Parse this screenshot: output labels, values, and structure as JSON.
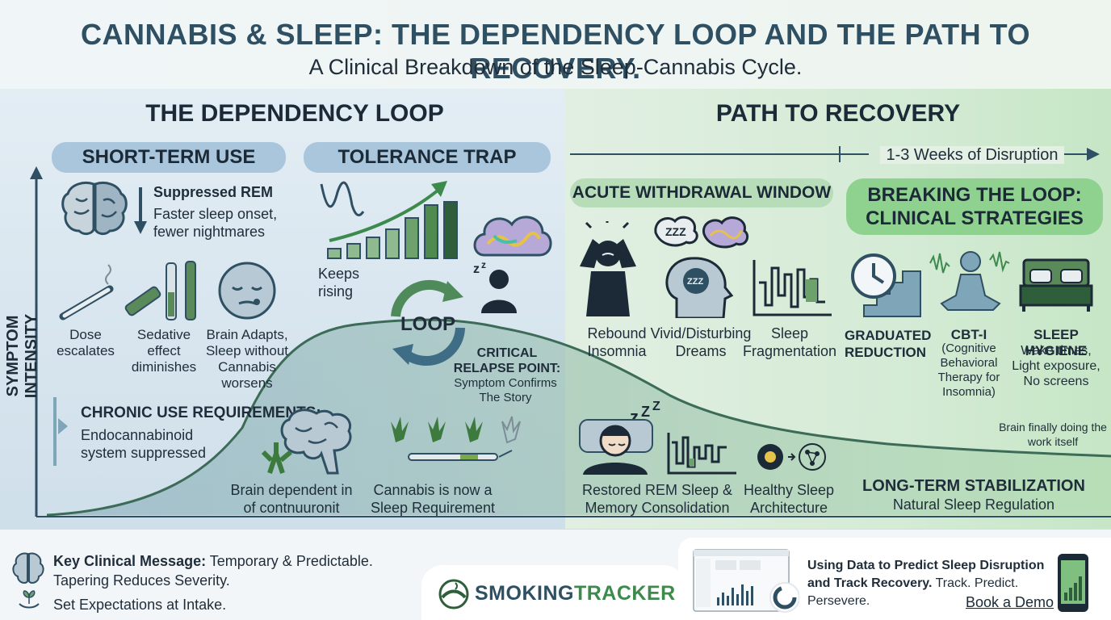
{
  "header": {
    "title": "CANNABIS & SLEEP: THE DEPENDENCY LOOP AND THE PATH TO RECOVERY.",
    "subtitle": "A Clinical Breakdown of the Sleep-Cannabis Cycle."
  },
  "axis": {
    "y_label": "SYMPTOM INTENSITY"
  },
  "dependency": {
    "heading": "THE DEPENDENCY LOOP",
    "short_term": {
      "pill": "SHORT-TERM USE",
      "rem_title": "Suppressed REM",
      "rem_text": "Faster sleep onset, fewer nightmares",
      "items": [
        "Dose escalates",
        "Sedative effect diminishes",
        "Brain Adapts, Sleep without Cannabis worsens"
      ]
    },
    "tolerance": {
      "pill": "TOLERANCE TRAP",
      "keeps_rising": "Keeps rising",
      "loop_label": "LOOP",
      "critical_title": "CRITICAL RELAPSE POINT:",
      "critical_text": "Symptom Confirms The Story"
    },
    "chronic": {
      "title": "CHRONIC USE REQUIREMENTS:",
      "text": "Endocannabinoid system suppressed",
      "brain_text": "Brain dependent in of contnuuronit",
      "cannabis_text": "Cannabis is now a Sleep Requirement"
    }
  },
  "recovery": {
    "heading": "PATH TO RECOVERY",
    "timeline_label": "1-3 Weeks of Disruption",
    "withdrawal": {
      "pill": "ACUTE WITHDRAWAL WINDOW",
      "items": [
        "Rebound Insomnia",
        "Vivid/Disturbing Dreams",
        "Sleep Fragmentation"
      ]
    },
    "breaking": {
      "pill": "BREAKING THE LOOP: CLINICAL STRATEGIES",
      "grad_title": "GRADUATED REDUCTION",
      "cbt_title": "CBT-I",
      "cbt_text": "(Cognitive Behavioral Therapy for Insomnia)",
      "hyg_title": "SLEEP HYGIENE",
      "hyg_text": "Wake times, Light exposure, No screens",
      "brain_note": "Brain finally doing the work itself"
    },
    "restored": {
      "rem_text": "Restored REM Sleep & Memory Consolidation",
      "arch_text": "Healthy Sleep Architecture"
    },
    "longterm": {
      "title": "LONG-TERM STABILIZATION",
      "text": "Natural Sleep Regulation"
    }
  },
  "footer": {
    "key_label": "Key Clinical Message:",
    "key_text": "Temporary & Predictable.",
    "tapering": "Tapering Reduces Severity.",
    "expectations": "Set Expectations at Intake.",
    "brand_a": "SMOKING",
    "brand_b": "TRACKER",
    "promo_bold": "Using Data to Predict Sleep Disruption and Track Recovery.",
    "promo_text": "Track. Predict. Persevere.",
    "demo_link": "Book a Demo"
  },
  "colors": {
    "blue_pill": "#a9c6dc",
    "green_pill": "#b7dcb8",
    "bright_green": "#8fd18f",
    "curve_fill": "#8fb9a6",
    "curve_stroke": "#3c6b58",
    "accent_green": "#3d8a4d"
  }
}
